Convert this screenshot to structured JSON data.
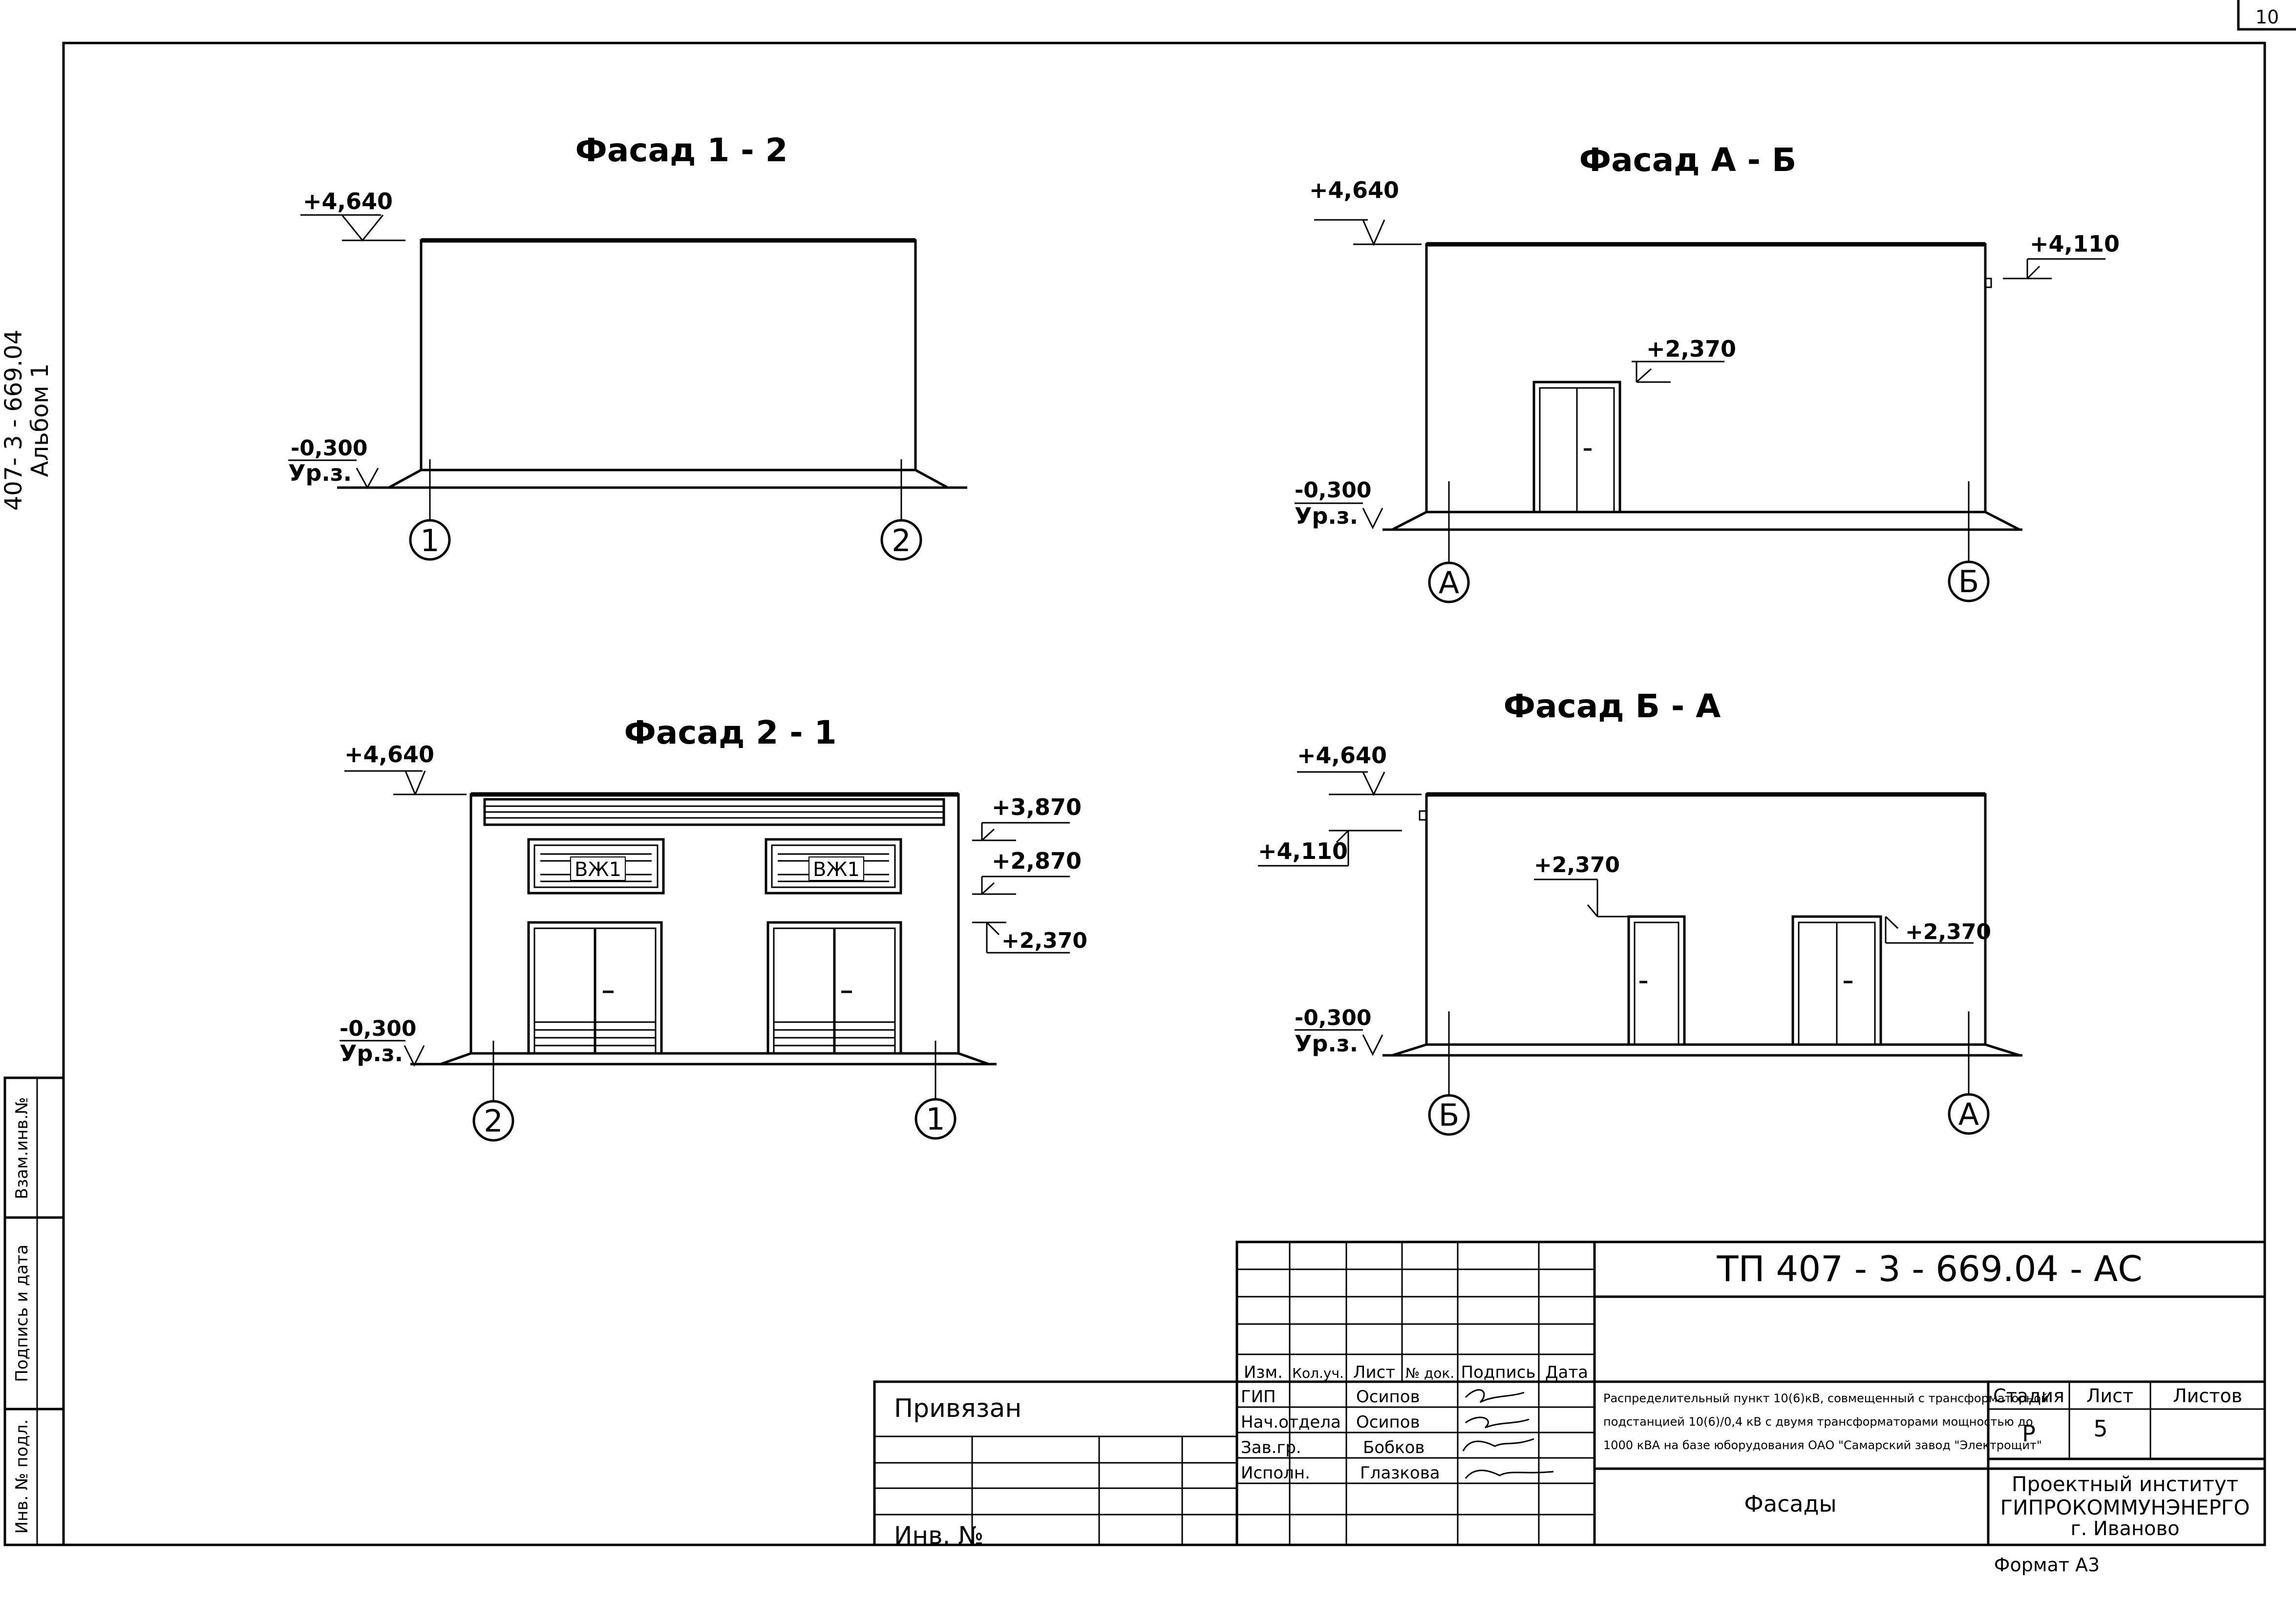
{
  "sheet_number": "10",
  "side_code": "407- 3 - 669.04",
  "side_album": "Альбом 1",
  "side_cells": [
    "Взам.инв.№",
    "Подпись и дата",
    "Инв. № подл."
  ],
  "facade_1_2": {
    "title": "Фасад 1 - 2",
    "top_mark": "+4,640",
    "ground_mark": "-0,300",
    "ground_label": "Ур.з.",
    "axis_left": "1",
    "axis_right": "2"
  },
  "facade_a_b": {
    "title": "Фасад  А - Б",
    "top_mark": "+4,640",
    "right_mark": "+4,110",
    "door_mark": "+2,370",
    "ground_mark": "-0,300",
    "ground_label": "Ур.з.",
    "axis_left": "А",
    "axis_right": "Б"
  },
  "facade_2_1": {
    "title": "Фасад 2 - 1",
    "top_mark": "+4,640",
    "mark_1": "+3,870",
    "mark_2": "+2,870",
    "mark_3": "+2,370",
    "grille_label": "ВЖ1",
    "ground_mark": "-0,300",
    "ground_label": "Ур.з.",
    "axis_left": "2",
    "axis_right": "1"
  },
  "facade_b_a": {
    "title": "Фасад  Б - А",
    "top_mark": "+4,640",
    "left_mark": "+4,110",
    "door_mark": "+2,370",
    "door_mark_2": "+2,370",
    "ground_mark": "-0,300",
    "ground_label": "Ур.з.",
    "axis_left": "Б",
    "axis_right": "А"
  },
  "title_block": {
    "doc_code": "ТП   407 - 3 - 669.04 - АС",
    "headers": [
      "Изм.",
      "Кол.уч.",
      "Лист",
      "№ док.",
      "Подпись",
      "Дата"
    ],
    "roles": [
      "ГИП",
      "Нач.отдела",
      "Зав.гр.",
      "Исполн."
    ],
    "names": [
      "Осипов",
      "Осипов",
      "Бобков",
      "Глазкова"
    ],
    "description": [
      "Распределительный пункт 10(6)кВ, совмещенный с трансформаторной",
      "подстанцией 10(6)/0,4 кВ с двумя трансформаторами мощностью до",
      "1000 кВА на базе юборудования ОАО \"Самарский завод \"Электрощит\""
    ],
    "stage_header": "Стадия",
    "sheet_header": "Лист",
    "sheets_header": "Листов",
    "stage": "Р",
    "sheet": "5",
    "sheets": "",
    "sheet_title": "Фасады",
    "institute": [
      "Проектный институт",
      "ГИПРОКОММУНЭНЕРГО",
      "г. Иваново"
    ],
    "format": "Формат А3"
  },
  "binding": {
    "label": "Привязан",
    "inv_label": "Инв. №"
  }
}
